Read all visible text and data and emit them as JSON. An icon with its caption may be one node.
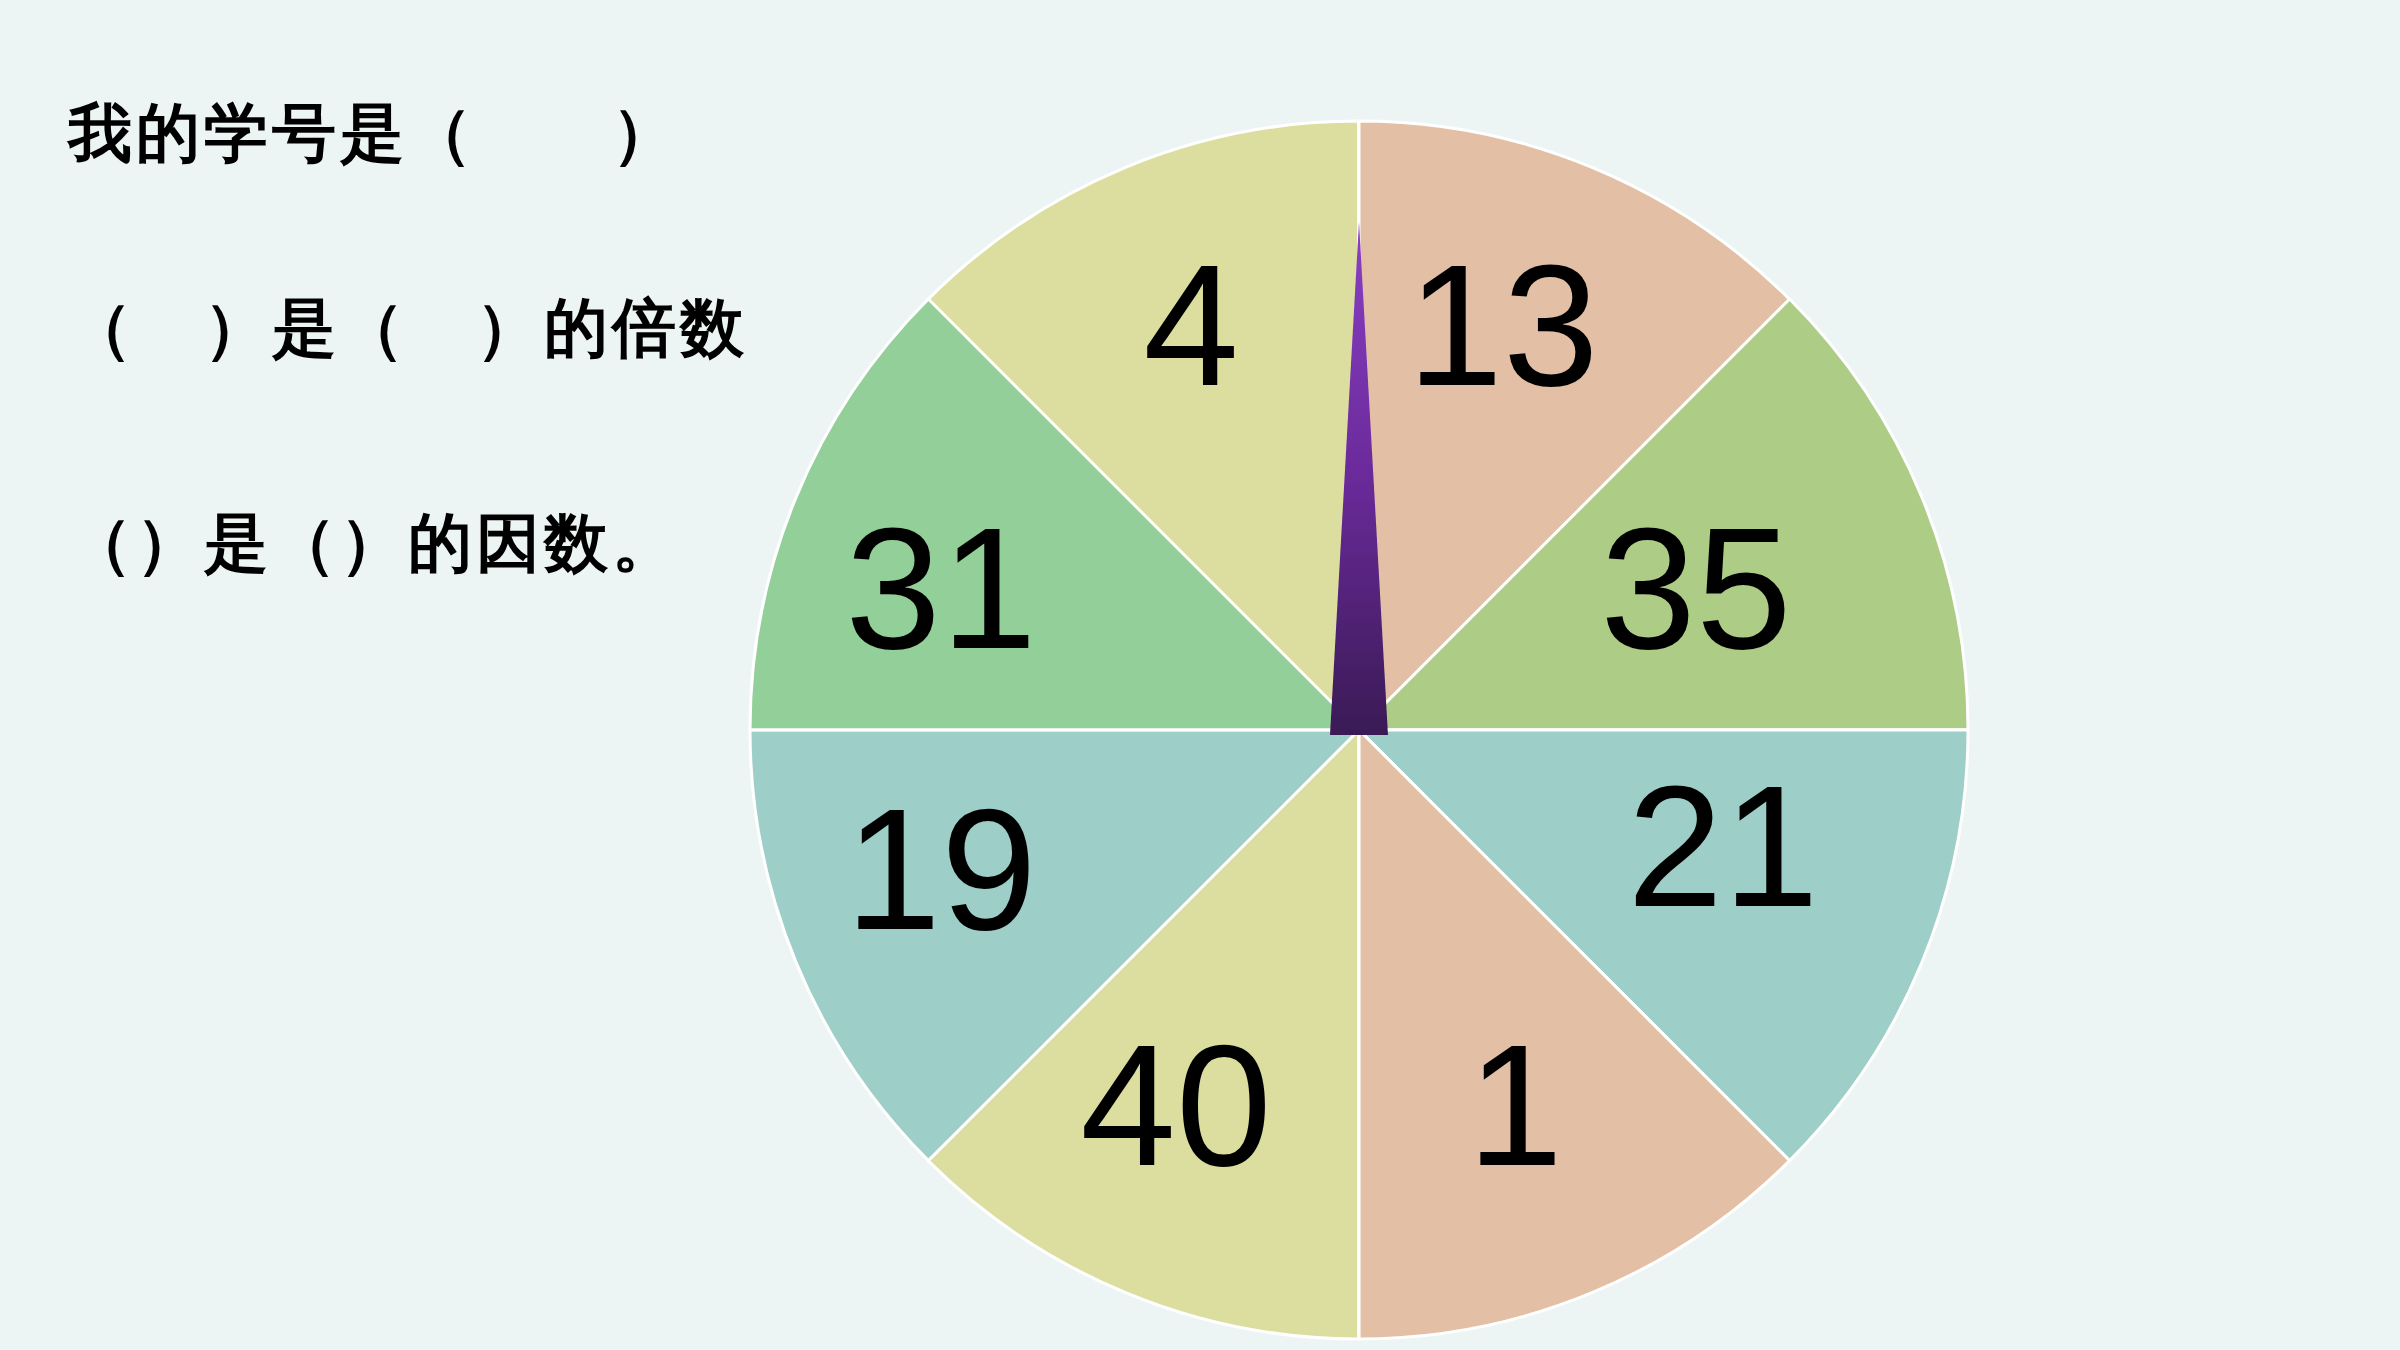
{
  "diagram": {
    "nodes": [
      {
        "text": [
          "4"
        ]
      },
      {
        "text": [
          "13"
        ]
      },
      {
        "text": [
          "35"
        ]
      },
      {
        "text": [
          "21"
        ]
      },
      {
        "text": [
          "1"
        ]
      },
      {
        "text": [
          "40"
        ]
      },
      {
        "text": [
          "19"
        ]
      },
      {
        "text": [
          "31"
        ]
      },
      {
        "text": [],
        "shape": "triangle"
      }
    ],
    "labels": [
      "我的学号是（　　）",
      "（　）是（　）的倍数",
      "（）是（）的因数。"
    ]
  }
}
